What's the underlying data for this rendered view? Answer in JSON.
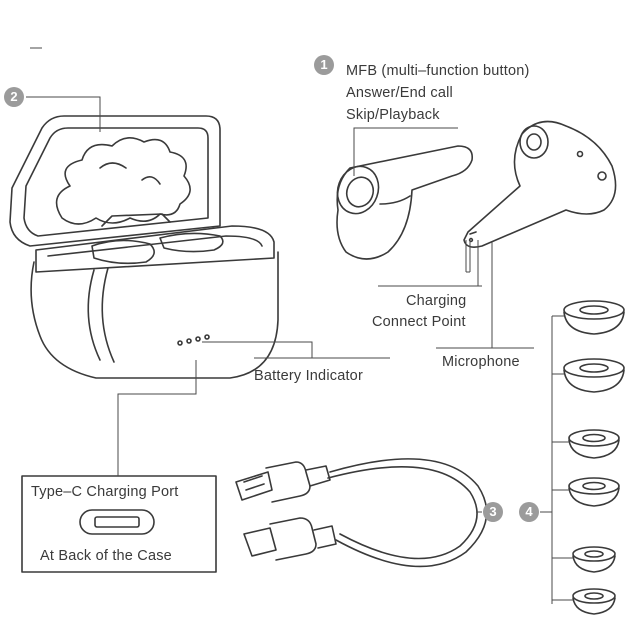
{
  "callouts": {
    "one": "1",
    "two": "2",
    "three": "3",
    "four": "4"
  },
  "labels": {
    "mfb_line1": "MFB (multi–function button)",
    "mfb_line2": "Answer/End call",
    "mfb_line3": "Skip/Playback",
    "charging_line1": "Charging",
    "charging_line2": "Connect Point",
    "microphone": "Microphone",
    "battery_indicator": "Battery Indicator",
    "port_title": "Type–C Charging Port",
    "port_location": "At Back of the Case"
  },
  "colors": {
    "line": "#3a3a3a",
    "leader": "#4a4a4a",
    "badge": "#9b9b9b"
  }
}
